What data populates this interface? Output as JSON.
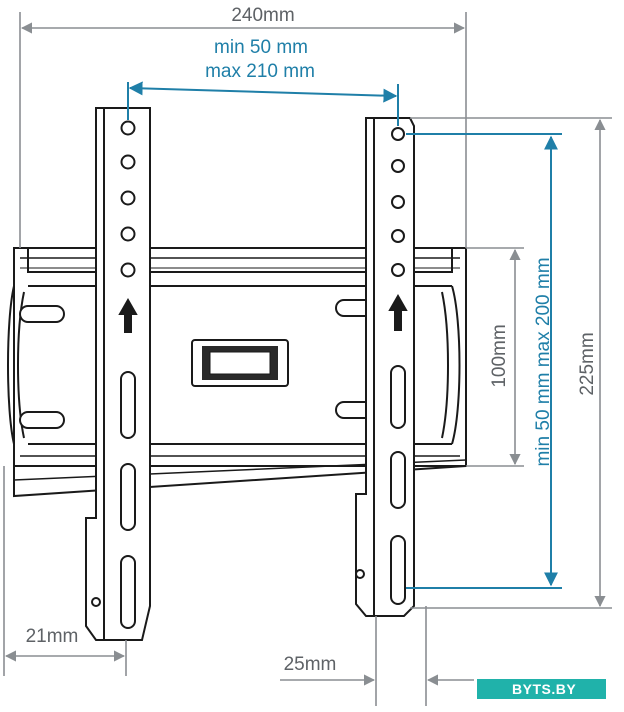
{
  "dimensions": {
    "total_width": "240mm",
    "hole_spacing_horizontal_min": "min 50 mm",
    "hole_spacing_horizontal_max": "max 210 mm",
    "hole_spacing_vertical": "min 50 mm max 200 mm",
    "bracket_height": "100mm",
    "total_height": "225mm",
    "strip_width": "21mm",
    "wall_distance": "25mm"
  },
  "colors": {
    "line": "#1a1a1a",
    "dimension_grey": "#8a8e92",
    "dimension_blue": "#1f7fa8",
    "logo_background": "#20b2aa"
  },
  "watermark": {
    "text": "BYTS.BY"
  }
}
